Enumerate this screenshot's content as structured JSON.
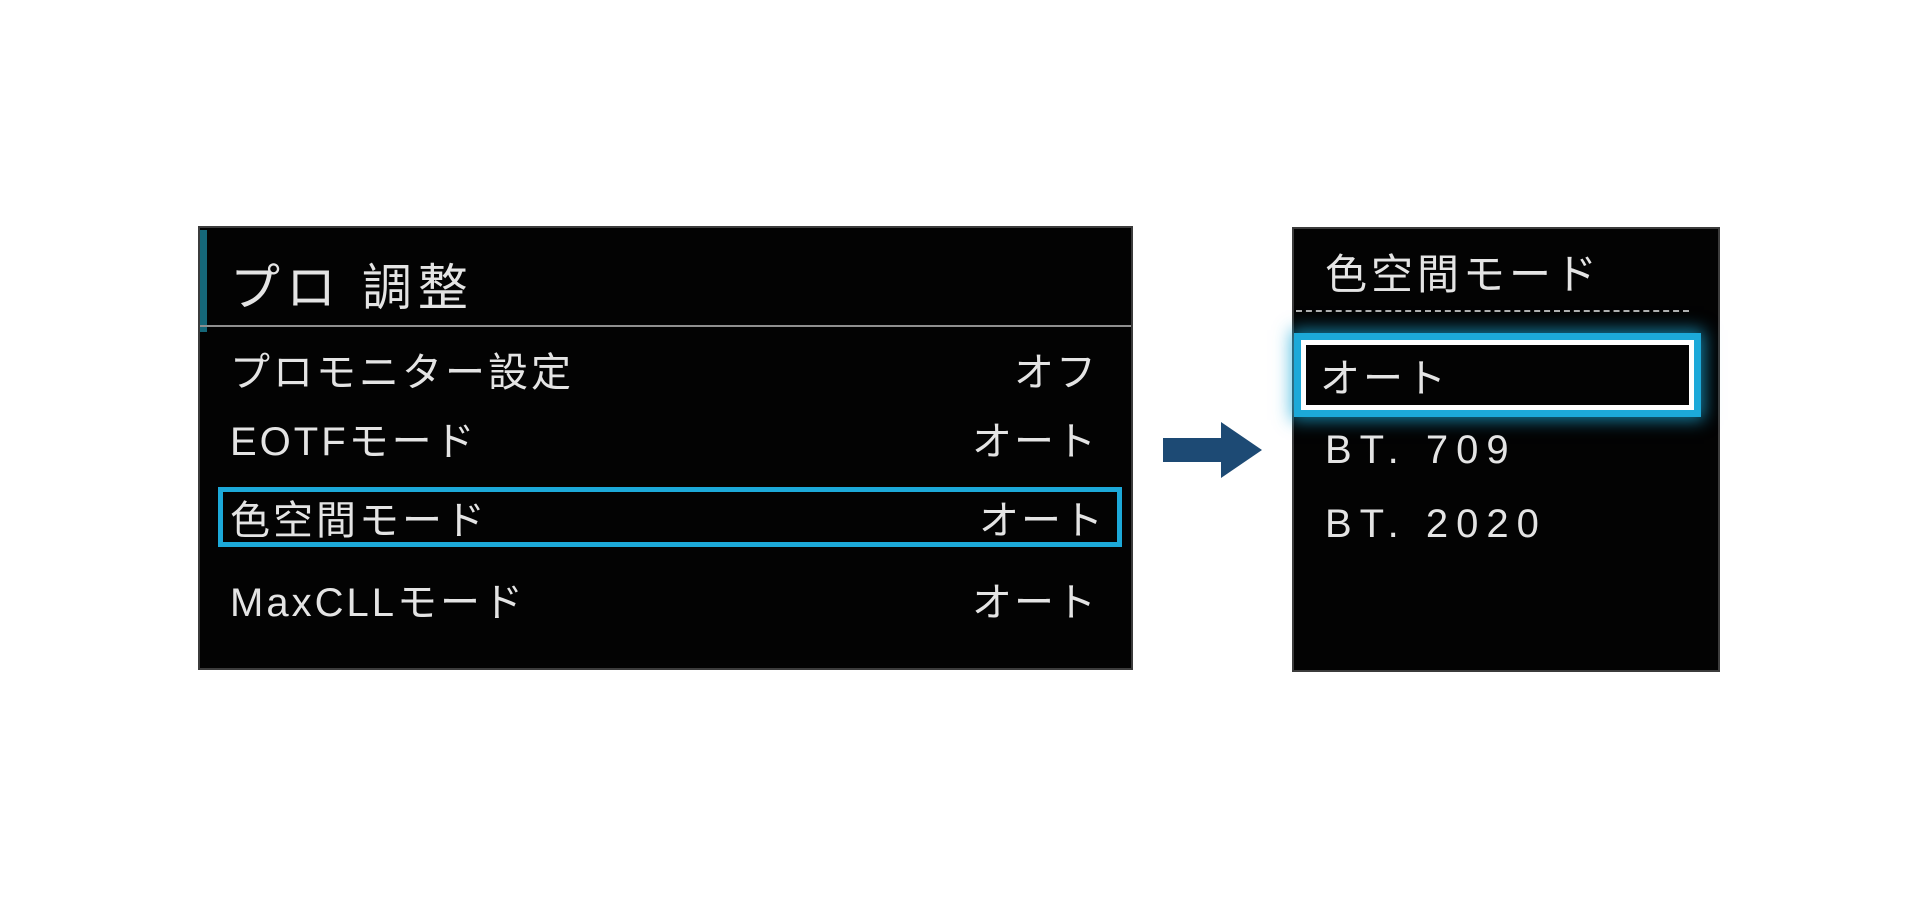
{
  "colors": {
    "panel_bg": "#030303",
    "panel_border": "#3c3c3c",
    "highlight_cyan": "#1ca9d9",
    "accent_teal": "#156779",
    "arrow_blue": "#1d4a74",
    "text": "#e4e4e4",
    "separator": "#8f8f8f"
  },
  "left_panel": {
    "title": "プロ 調整",
    "items": [
      {
        "label": "プロモニター設定",
        "value": "オフ",
        "selected": false
      },
      {
        "label": "EOTFモード",
        "value": "オート",
        "selected": false
      },
      {
        "label": "色空間モード",
        "value": "オート",
        "selected": true
      },
      {
        "label": "MaxCLLモード",
        "value": "オート",
        "selected": false
      }
    ]
  },
  "arrow": {
    "icon": "right-arrow"
  },
  "right_panel": {
    "title": "色空間モード",
    "options": [
      {
        "label": "オート",
        "selected": true
      },
      {
        "label": "BT. 709",
        "selected": false
      },
      {
        "label": "BT. 2020",
        "selected": false
      }
    ]
  }
}
